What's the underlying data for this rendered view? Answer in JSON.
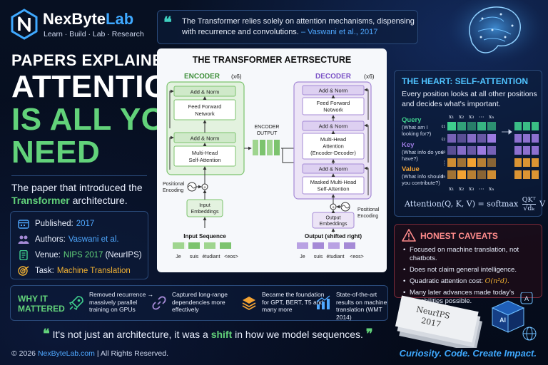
{
  "brand": {
    "name_a": "NexByte",
    "name_b": "Lab",
    "tagline": "Learn · Build · Lab · Research"
  },
  "top_quote": {
    "text": "The Transformer relies solely on attention mechanisms, dispensing with recurrence and convolutions.",
    "author": "– Vaswani et al., 2017"
  },
  "title": {
    "line0": "PAPERS EXPLAINED:",
    "line1": "ATTENTION",
    "line2": "IS ALL YOU",
    "line3": "NEED"
  },
  "subtitle": {
    "before": "The paper that introduced the",
    "highlight": "Transformer",
    "after": "architecture."
  },
  "info": {
    "published_label": "Published:",
    "published_value": "2017",
    "authors_label": "Authors:",
    "authors_value": "Vaswani et al.",
    "venue_label": "Venue:",
    "venue_value": "NIPS 2017",
    "venue_extra": "(NeurIPS)",
    "task_label": "Task:",
    "task_value": "Machine Translation"
  },
  "diagram": {
    "title": "THE TRANSFORMER AETRSECTURE",
    "encoder_label": "ENCODER",
    "encoder_mult": "(x6)",
    "decoder_label": "DECODER",
    "decoder_mult": "(x6)",
    "enc_add_norm_top": "Add & Norm",
    "enc_ffn_1": "Feed Forward",
    "enc_ffn_2": "Network",
    "enc_add_norm_mid": "Add & Norm",
    "enc_mha_1": "Multi-Head",
    "enc_mha_2": "Self-Attention",
    "encoder_output_1": "ENCODER",
    "encoder_output_2": "OUTPUT",
    "dec_add_norm_top": "Add & Norm",
    "dec_ffn_1": "Feed Forward",
    "dec_ffn_2": "Network",
    "dec_add_norm_2": "Add & Norm",
    "dec_cross_1": "Multi-Head",
    "dec_cross_2": "Attention",
    "dec_cross_3": "(Encoder-Decoder)",
    "dec_add_norm_3": "Add & Norm",
    "dec_masked_1": "Masked Multi-Head",
    "dec_masked_2": "Self-Attention",
    "pos_enc_left_1": "Positional",
    "pos_enc_left_2": "Encoding",
    "pos_enc_right_1": "Positional",
    "pos_enc_right_2": "Encoding",
    "input_emb_1": "Input",
    "input_emb_2": "Embeddings",
    "output_emb_1": "Output",
    "output_emb_2": "Embeddings",
    "input_seq_label": "Input Sequence",
    "output_seq_label": "Output (shifted right)",
    "input_tokens": [
      "Je",
      "suis",
      "étudiant",
      "<eos>"
    ],
    "output_tokens": [
      "Je",
      "suis",
      "étudiant",
      "<eos>"
    ],
    "colors": {
      "encoder_fill": "#e3f2df",
      "encoder_stroke": "#7cc36e",
      "decoder_fill": "#ece4f6",
      "decoder_stroke": "#a58ad6"
    }
  },
  "heart": {
    "title": "THE HEART: SELF-ATTENTION",
    "desc": "Every position looks at all other positions and decides what's important.",
    "query_label": "Query",
    "query_sub": "(What am I looking for?)",
    "key_label": "Key",
    "key_sub": "(What info do you have?)",
    "value_label": "Value",
    "value_sub": "(What info should you contribute?)",
    "col_labels": [
      "x₁",
      "x₂",
      "x₃",
      "⋯",
      "xₙ"
    ],
    "row_labels": [
      "x₁",
      "x₂",
      "x₃",
      "⋮",
      "xₙ"
    ],
    "bottom_labels": [
      "x₁",
      "x₂",
      "x₃",
      "⋯",
      "xₙ"
    ],
    "formula_lhs": "Attention(Q, K, V) = softmax",
    "formula_num": "QKᵀ",
    "formula_den": "√dₖ",
    "formula_rhs": "V",
    "colors": {
      "query": "#3fcf8e",
      "key": "#9b7ae0",
      "value": "#f2a233"
    }
  },
  "caveats": {
    "title": "HONEST CAVEATS",
    "items": [
      "Focused on machine translation, not chatbots.",
      "Does not claim general intelligence.",
      "Many later advances made today's capabilities possible."
    ],
    "quadratic_before": "Quadratic attention cost:",
    "quadratic_math": "O(n²d)."
  },
  "why": {
    "title": "WHY IT MATTERED",
    "items": [
      "Removed recurrence → massively parallel training on GPUs",
      "Captured long-range dependencies more effectively",
      "Became the foundation for GPT, BERT, T5 and many more",
      "State-of-the-art results on machine translation (WMT 2014)"
    ]
  },
  "bottom_quote": {
    "open": "❝",
    "before": "It's not just an architecture, it was a",
    "highlight": "shift",
    "after": "in how we model sequences.",
    "close": "❞"
  },
  "footer": {
    "copy": "© 2026",
    "site": "NexByteLab.com",
    "rights": "| All Rights Reserved.",
    "motto": "Curiosity. Code. Create Impact."
  },
  "paper_art": {
    "label_1": "NeurIPS",
    "label_2": "2017"
  }
}
